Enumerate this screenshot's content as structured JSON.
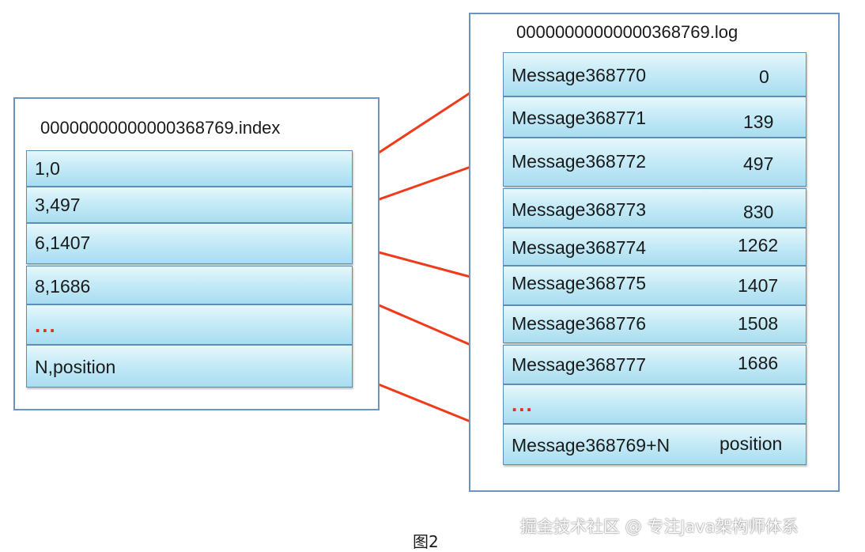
{
  "index": {
    "title": "00000000000000368769.index",
    "rows": [
      "1,0",
      "3,497",
      "6,1407",
      "8,1686",
      "...",
      "N,position"
    ]
  },
  "log": {
    "title": "00000000000000368769.log",
    "rows": [
      {
        "message": "Message368770",
        "offset": "0"
      },
      {
        "message": "Message368771",
        "offset": "139"
      },
      {
        "message": "Message368772",
        "offset": "497"
      },
      {
        "message": "Message368773",
        "offset": "830"
      },
      {
        "message": "Message368774",
        "offset": "1262"
      },
      {
        "message": "Message368775",
        "offset": "1407"
      },
      {
        "message": "Message368776",
        "offset": "1508"
      },
      {
        "message": "Message368777",
        "offset": "1686"
      },
      {
        "message": "...",
        "offset": ""
      },
      {
        "message": "Message368769+N",
        "offset": "position"
      }
    ]
  },
  "caption": "图2",
  "watermark": "掘金技术社区 @ 专注Java架构师体系",
  "colors": {
    "arrow": "#f03a1c",
    "border": "#6f93bf",
    "cell_border": "#5c8fb8",
    "dots": "#e0301e"
  }
}
